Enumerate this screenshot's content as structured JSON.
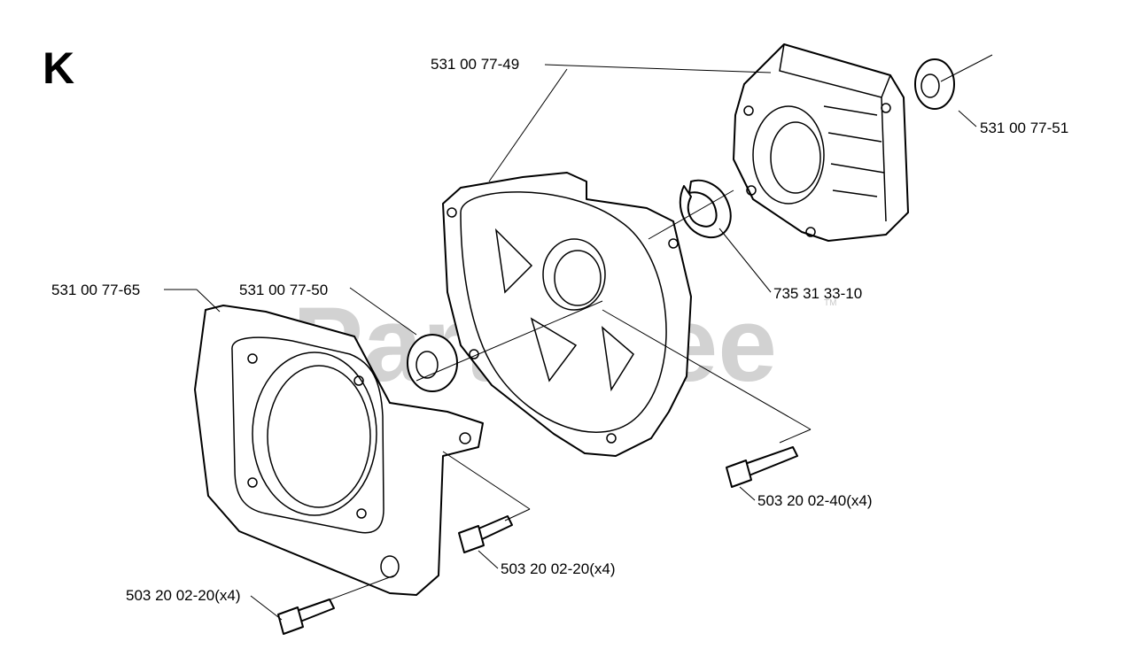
{
  "diagram": {
    "section_letter": "K",
    "watermark": "PartsTree",
    "watermark_tm": "TM",
    "callouts": {
      "cylinder": "531 00 77-49",
      "seal_right": "531 00 77-51",
      "circlip": "735 31 33-10",
      "cover": "531 00 77-65",
      "seal_left": "531 00 77-50",
      "screw_crankcase": "503 20 02-40(x4)",
      "screw_cover_mid": "503 20 02-20(x4)",
      "screw_cover_low": "503 20 02-20(x4)"
    }
  }
}
